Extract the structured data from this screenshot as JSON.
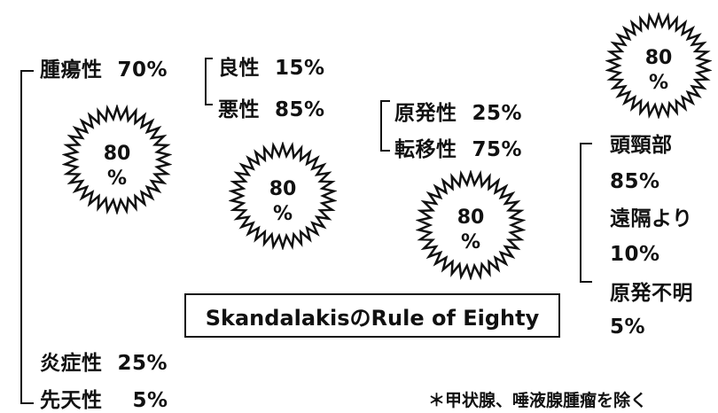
{
  "tree": {
    "tumor": {
      "label": "腫瘍性",
      "pct": "70%"
    },
    "benign": {
      "label": "良性",
      "pct": "15%"
    },
    "malignant": {
      "label": "悪性",
      "pct": "85%"
    },
    "primary": {
      "label": "原発性",
      "pct": "25%"
    },
    "metastatic": {
      "label": "転移性",
      "pct": "75%"
    },
    "inflammatory": {
      "label": "炎症性",
      "pct": "25%"
    },
    "congenital": {
      "label": "先天性",
      "pct": "5%"
    }
  },
  "origins": {
    "head_neck": {
      "label": "頭頸部",
      "pct": "85%"
    },
    "distant": {
      "label": "遠隔より",
      "pct": "10%"
    },
    "unknown": {
      "label": "原発不明",
      "pct": "5%"
    }
  },
  "bursts": {
    "b1": {
      "value": "80",
      "unit": "%"
    },
    "b2": {
      "value": "80",
      "unit": "%"
    },
    "b3": {
      "value": "80",
      "unit": "%"
    },
    "b4": {
      "value": "80",
      "unit": "%"
    }
  },
  "title": "SkandalakisのRule of Eighty",
  "footnote": "＊甲状腺、唾液腺腫瘤を除く"
}
